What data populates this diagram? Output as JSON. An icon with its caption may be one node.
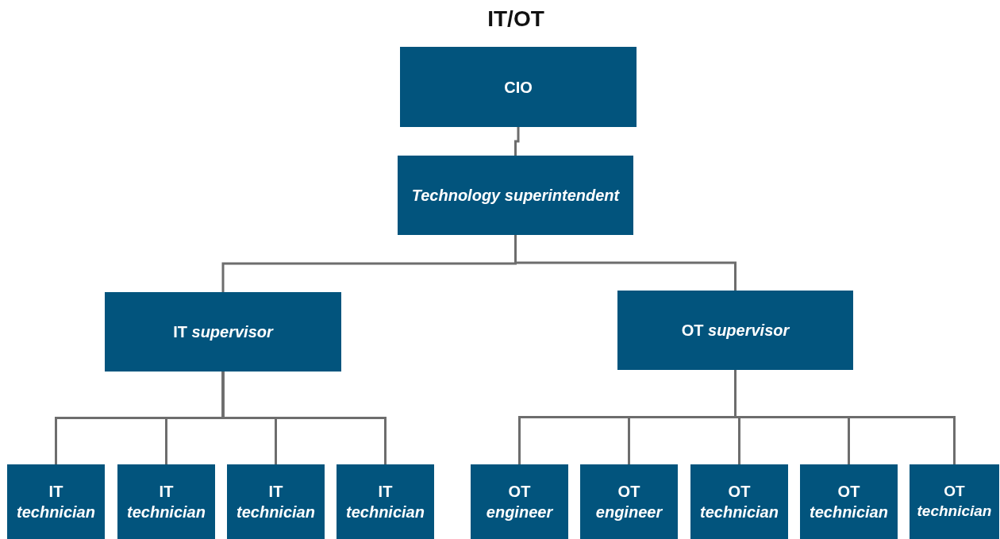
{
  "diagram": {
    "title": "IT/OT",
    "nodes": [
      {
        "text": [
          "CIO"
        ]
      },
      {
        "text": [
          "Technology superintendent"
        ]
      },
      {
        "text": [
          "IT *supervisor*"
        ]
      },
      {
        "text": [
          "OT *supervisor*"
        ]
      },
      {
        "text": [
          "IT *technician*"
        ]
      },
      {
        "text": [
          "IT *technician*"
        ]
      },
      {
        "text": [
          "IT *technician*"
        ]
      },
      {
        "text": [
          "IT *technician*"
        ]
      },
      {
        "text": [
          "OT *engineer*"
        ]
      },
      {
        "text": [
          "OT *engineer*"
        ]
      },
      {
        "text": [
          "OT *technician*"
        ]
      },
      {
        "text": [
          "OT *technician*"
        ]
      },
      {
        "text": [
          "OT *technician*"
        ]
      }
    ],
    "edges": [
      {
        "from": 0,
        "to": 1,
        "arrow": "none"
      },
      {
        "from": 1,
        "to": 2,
        "arrow": "none"
      },
      {
        "from": 1,
        "to": 3,
        "arrow": "none"
      },
      {
        "from": 2,
        "to": 4,
        "arrow": "none"
      },
      {
        "from": 2,
        "to": 5,
        "arrow": "none"
      },
      {
        "from": 2,
        "to": 6,
        "arrow": "none"
      },
      {
        "from": 2,
        "to": 7,
        "arrow": "none"
      },
      {
        "from": 3,
        "to": 8,
        "arrow": "none"
      },
      {
        "from": 3,
        "to": 9,
        "arrow": "none"
      },
      {
        "from": 3,
        "to": 10,
        "arrow": "none"
      },
      {
        "from": 3,
        "to": 11,
        "arrow": "none"
      },
      {
        "from": 3,
        "to": 12,
        "arrow": "none"
      }
    ]
  }
}
